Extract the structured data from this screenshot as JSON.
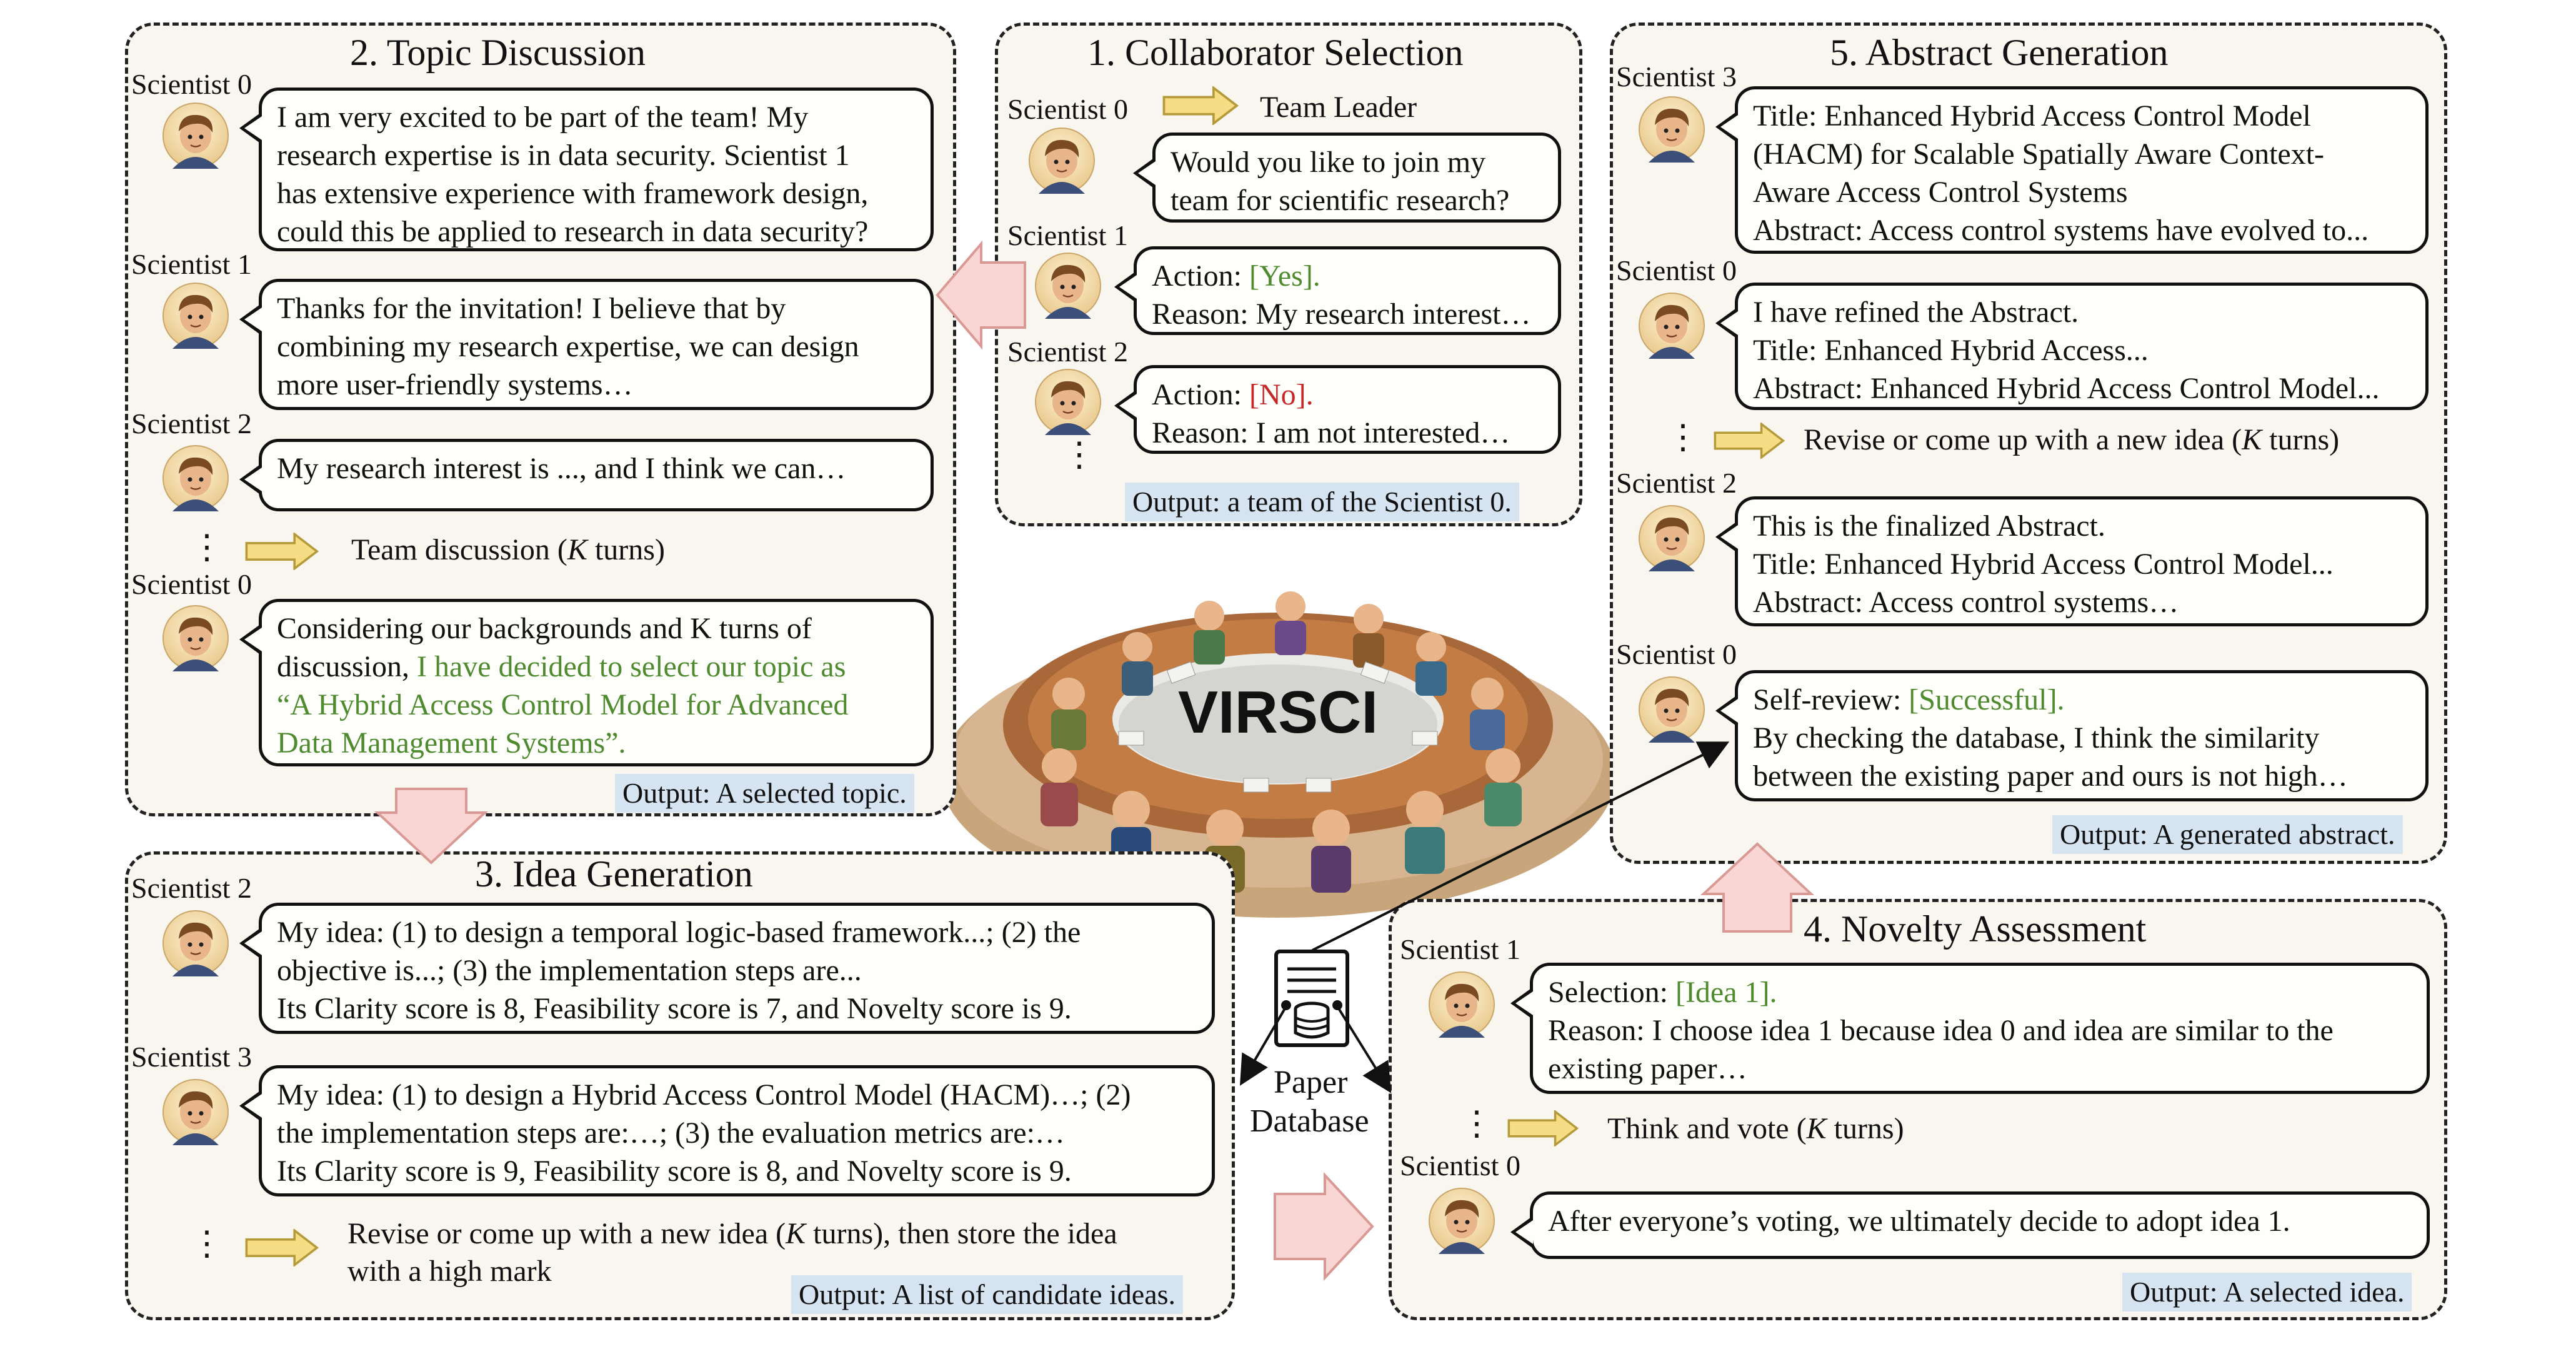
{
  "center": {
    "title": "VIRSCI"
  },
  "database": {
    "label_line1": "Paper",
    "label_line2": "Database"
  },
  "panel1": {
    "title": "1. Collaborator Selection",
    "team_leader_label": "Team Leader",
    "bubble0": [
      "Would you like to join my",
      "team for scientific research?"
    ],
    "bubble1": {
      "action_prefix": "Action: ",
      "action_value": "[Yes].",
      "reason": "Reason: My research interest…"
    },
    "bubble2": {
      "action_prefix": "Action: ",
      "action_value": "[No].",
      "reason": "Reason: I am not interested…"
    },
    "output": "Output: a team of the Scientist 0."
  },
  "panel2": {
    "title": "2. Topic Discussion",
    "bubble0": [
      "I am very excited to be part of the team! My",
      "research expertise is in data security. Scientist 1",
      "has extensive experience with framework design,",
      "could this be applied to research in data security?"
    ],
    "bubble1": [
      "Thanks for the invitation! I believe that by",
      "combining my research expertise, we can design",
      "more user-friendly systems…"
    ],
    "bubble2": [
      "My research interest is ..., and I think we can…"
    ],
    "loop_pre": "Team discussion (",
    "loop_k": "K",
    "loop_post": " turns)",
    "bubble3": {
      "line1": "Considering our backgrounds and K turns of",
      "line2_plain": "discussion, ",
      "line2_green": "I have decided to select our topic as",
      "line3": "“A Hybrid Access Control Model for Advanced",
      "line4": "Data Management Systems”."
    },
    "output": "Output: A selected topic."
  },
  "panel3": {
    "title": "3. Idea Generation",
    "bubble0": [
      "My idea: (1) to design a temporal logic-based framework...; (2) the",
      "objective is...; (3) the implementation steps are...",
      "Its Clarity score is 8, Feasibility score is 7, and Novelty score is 9."
    ],
    "bubble1": [
      "My idea: (1) to design a Hybrid Access Control Model (HACM)…; (2)",
      "the implementation steps are:…; (3) the evaluation metrics are:…",
      "Its Clarity score is 9, Feasibility score is 8, and Novelty score is 9."
    ],
    "loop_pre": "Revise or come up with a new idea (",
    "loop_k": "K",
    "loop_post": " turns), then store the idea",
    "loop_line2": "with a high mark",
    "output": "Output: A list of candidate ideas."
  },
  "panel4": {
    "title": "4. Novelty Assessment",
    "bubble0": {
      "sel_prefix": "Selection: ",
      "sel_value": "[Idea 1].",
      "reason1": "Reason: I choose idea 1 because idea 0 and idea are similar to the",
      "reason2": "existing paper…"
    },
    "loop_pre": "Think and vote (",
    "loop_k": "K",
    "loop_post": " turns)",
    "bubble1": [
      "After everyone’s voting, we ultimately decide to adopt idea 1."
    ],
    "output": "Output: A selected idea."
  },
  "panel5": {
    "title": "5. Abstract Generation",
    "bubble0": [
      "Title: Enhanced Hybrid Access Control Model",
      "(HACM) for Scalable Spatially Aware Context-",
      "Aware Access Control Systems",
      "Abstract: Access control systems have evolved to..."
    ],
    "bubble1": [
      "I have refined the Abstract.",
      "Title: Enhanced Hybrid Access...",
      "Abstract: Enhanced Hybrid Access Control Model..."
    ],
    "loop_pre": "Revise or come up with a new idea (",
    "loop_k": "K",
    "loop_post": " turns)",
    "bubble2": [
      "This is the finalized Abstract.",
      "Title: Enhanced Hybrid Access Control Model...",
      "Abstract: Access control systems…"
    ],
    "bubble3": {
      "sr_prefix": "Self-review: ",
      "sr_value": "[Successful].",
      "line2": "By checking the database, I think the similarity",
      "line3": "between the existing paper and ours is not high…"
    },
    "output": "Output: A generated abstract."
  },
  "scientists": {
    "s0": "Scientist 0",
    "s1": "Scientist 1",
    "s2": "Scientist 2",
    "s3": "Scientist 3"
  },
  "dots": "⋮",
  "colors": {
    "panel_bg": "#f8f6ee",
    "output_bg": "#d6e3f1",
    "green_text": "#4e8a2e",
    "red_text": "#c62828",
    "loop_arrow": "#f6dc85",
    "flow_arrow": "#f9d6d4"
  }
}
